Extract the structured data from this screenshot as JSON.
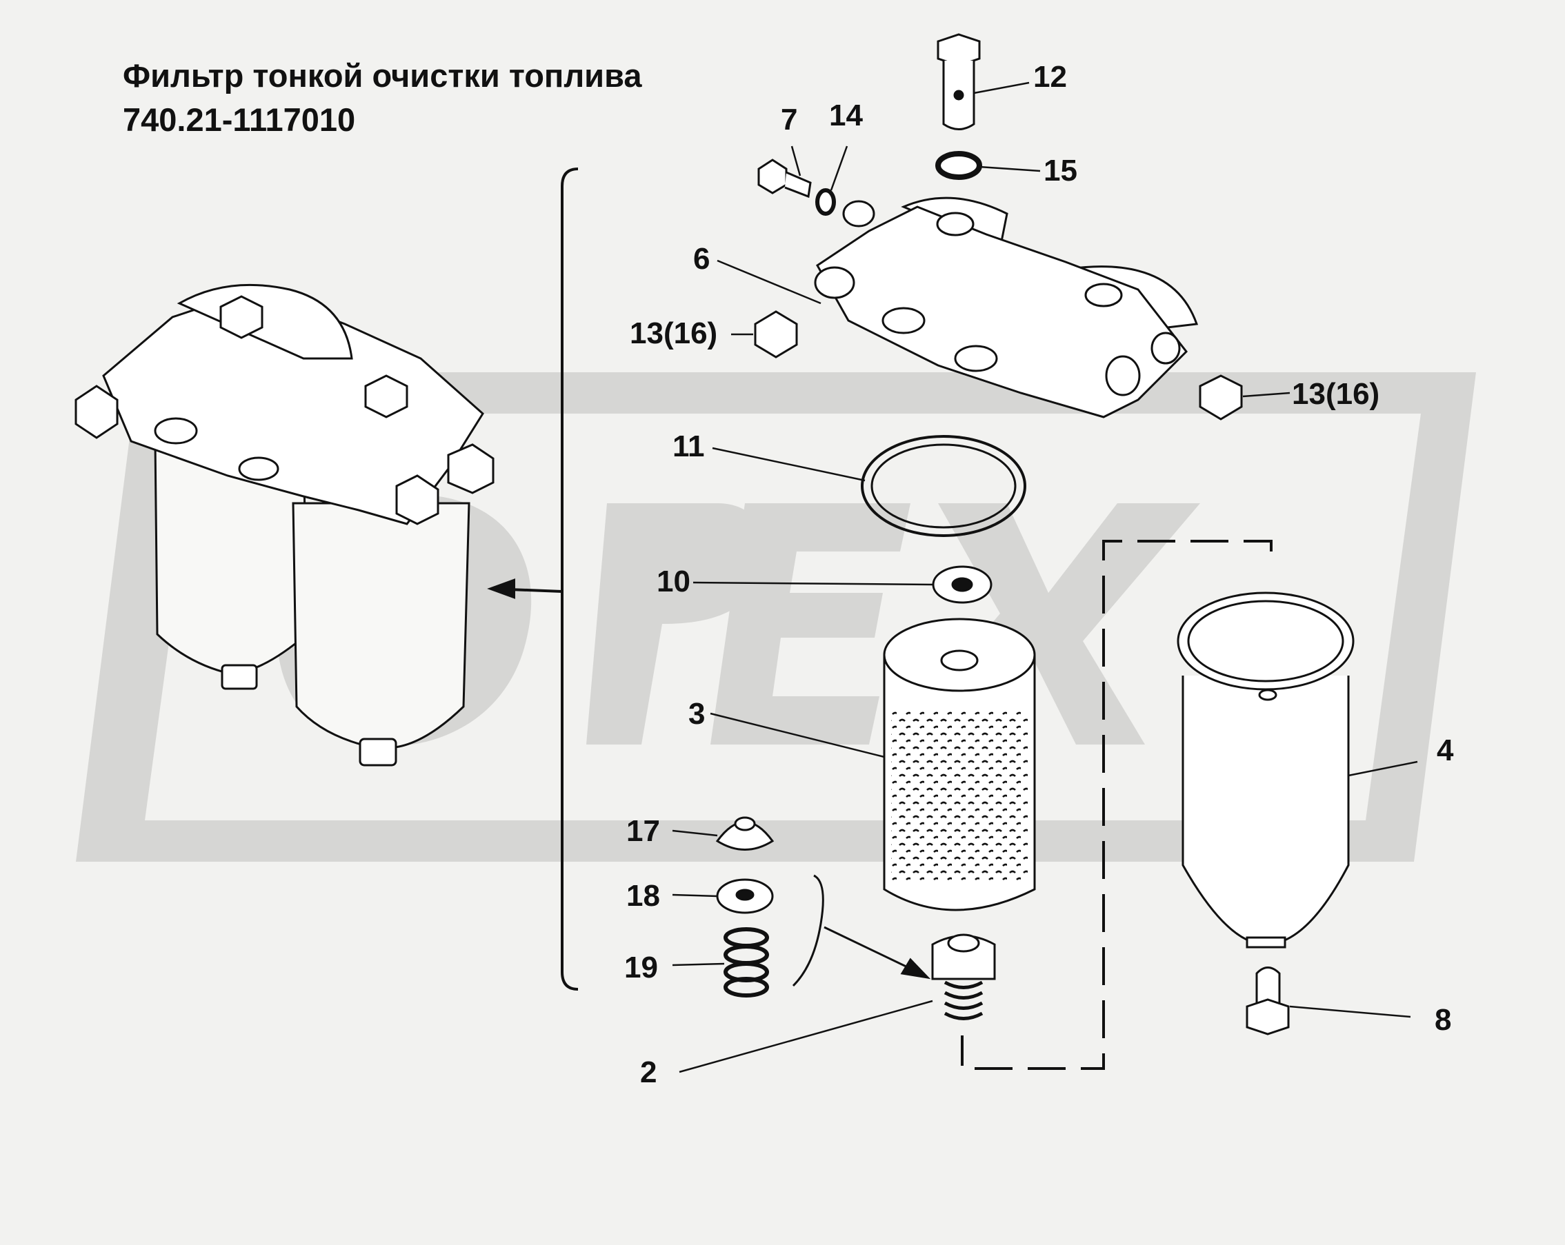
{
  "title": {
    "line1": "Фильтр тонкой очистки топлива",
    "line2": "740.21-1117010"
  },
  "watermark": {
    "text": "OPEX",
    "color": "#d4d4d2"
  },
  "callouts": [
    {
      "id": "2",
      "label": "2"
    },
    {
      "id": "3",
      "label": "3"
    },
    {
      "id": "4",
      "label": "4"
    },
    {
      "id": "6",
      "label": "6"
    },
    {
      "id": "7",
      "label": "7"
    },
    {
      "id": "8",
      "label": "8"
    },
    {
      "id": "10",
      "label": "10"
    },
    {
      "id": "11",
      "label": "11"
    },
    {
      "id": "12",
      "label": "12"
    },
    {
      "id": "13a",
      "label": "13(16)"
    },
    {
      "id": "13b",
      "label": "13(16)"
    },
    {
      "id": "14",
      "label": "14"
    },
    {
      "id": "15",
      "label": "15"
    },
    {
      "id": "17",
      "label": "17"
    },
    {
      "id": "18",
      "label": "18"
    },
    {
      "id": "19",
      "label": "19"
    }
  ],
  "colors": {
    "line": "#111111",
    "background": "#f2f2f0",
    "part_fill": "#ffffff"
  }
}
